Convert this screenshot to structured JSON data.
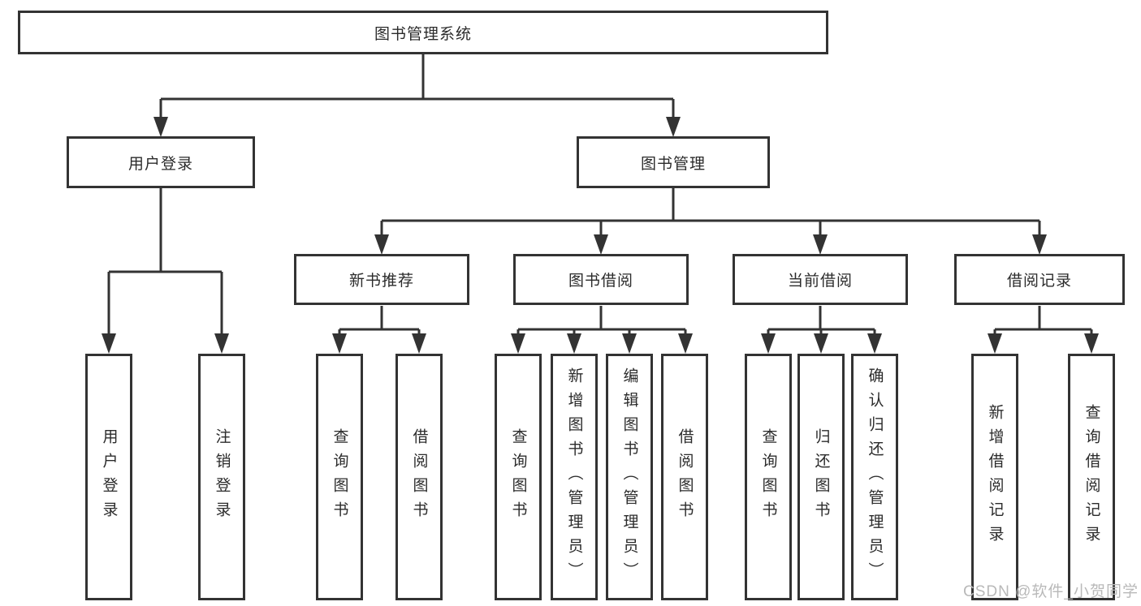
{
  "nodes": {
    "root": "图书管理系统",
    "user_login": "用户登录",
    "book_mgmt": "图书管理",
    "new_book_rec": "新书推荐",
    "book_borrow": "图书借阅",
    "current_borrow": "当前借阅",
    "borrow_records": "借阅记录",
    "leaves": {
      "user_login": [
        "用户登录",
        "注销登录"
      ],
      "new_book_rec": [
        "查询图书",
        "借阅图书"
      ],
      "book_borrow": [
        "查询图书",
        "新增图书（管理员）",
        "编辑图书（管理员）",
        "借阅图书"
      ],
      "current_borrow": [
        "查询图书",
        "归还图书",
        "确认归还（管理员）"
      ],
      "borrow_records": [
        "新增借阅记录",
        "查询借阅记录"
      ]
    }
  },
  "watermark": "CSDN @软件_小贺同学",
  "colors": {
    "line": "#333333",
    "box_border": "#333333",
    "text": "#2b2b2b",
    "watermark": "#b9b9b9",
    "background": "#ffffff"
  }
}
